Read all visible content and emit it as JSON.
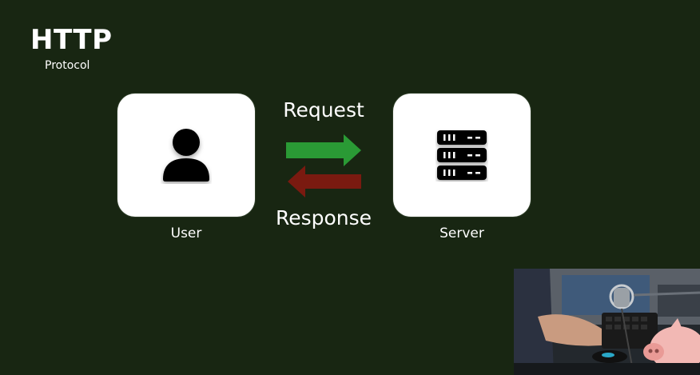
{
  "header": {
    "title": "HTTP",
    "subtitle": "Protocol"
  },
  "nodes": {
    "user_label": "User",
    "server_label": "Server"
  },
  "arrows": {
    "request_label": "Request",
    "response_label": "Response"
  },
  "colors": {
    "background": "#182612",
    "card": "#ffffff",
    "request_arrow": "#2a9a35",
    "response_arrow": "#7a1a10",
    "icon": "#000000"
  },
  "icons": {
    "user": "person-icon",
    "server": "server-rack-icon"
  }
}
